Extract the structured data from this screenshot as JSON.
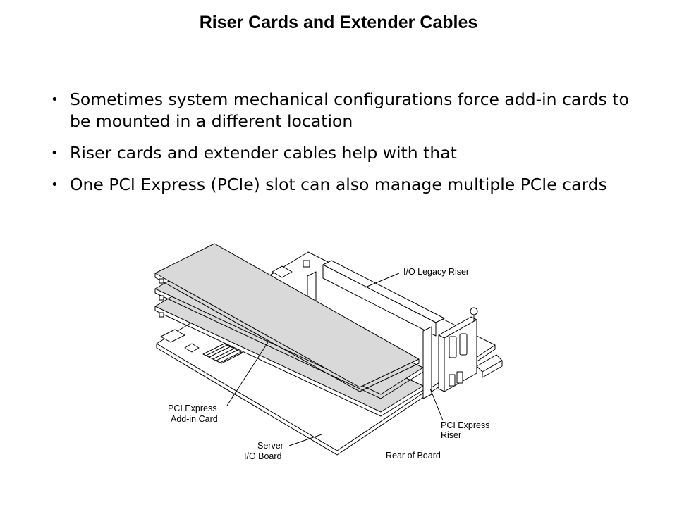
{
  "slide": {
    "title": "Riser Cards and Extender Cables",
    "bullets": [
      "Sometimes system mechanical configurations force add-in cards to be mounted in a different location",
      "Riser cards and extender cables help with that",
      "One PCI Express (PCIe) slot can also manage multiple PCIe cards"
    ]
  },
  "diagram": {
    "labels": {
      "io_legacy_riser": "I/O Legacy Riser",
      "pci_express_addin_line1": "PCI Express",
      "pci_express_addin_line2": "Add-in Card",
      "server_line1": "Server",
      "server_line2": "I/O Board",
      "pci_express_riser_line1": "PCI Express",
      "pci_express_riser_line2": "Riser",
      "rear_of_board": "Rear of Board"
    },
    "colors": {
      "card_fill": "#d9d9d9",
      "board_fill": "#ffffff",
      "stroke": "#000000"
    }
  }
}
